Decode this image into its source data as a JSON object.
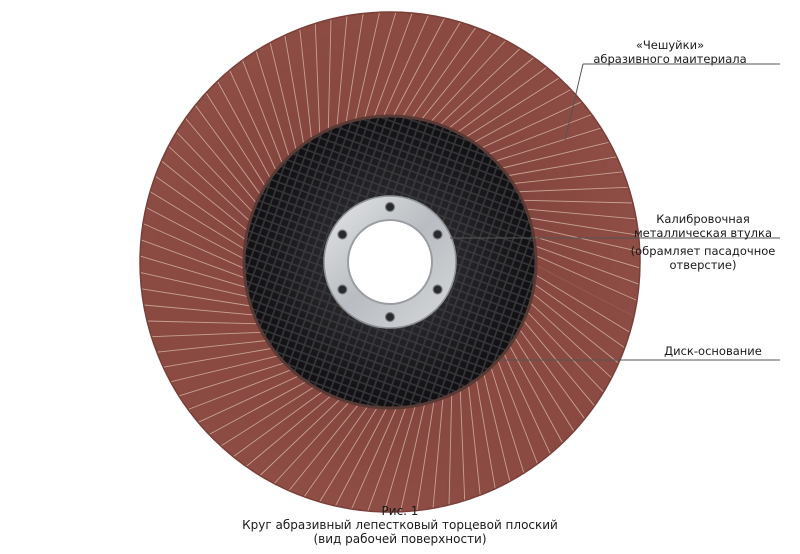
{
  "callouts": {
    "scales": {
      "line1": "«Чешуйки»",
      "line2": "абразивного маитериала"
    },
    "bushing": {
      "line1": "Калибровочная",
      "line2": "металлическая втулка",
      "line3": "(обрамляет пасадочное",
      "line4": "отверстие)"
    },
    "base": {
      "line1": "Диск-основание"
    }
  },
  "caption": {
    "figure_label": "Рис. 1",
    "title": "Круг абразивный лепестковый торцевой плоский",
    "subtitle": "(вид рабочей поверхности)"
  },
  "colors": {
    "abrasive_flap": "#8a4a42",
    "abrasive_edge": "#d9bfae",
    "backing_plate": "#1c1c1e",
    "metal_bushing": "#c7c9cc",
    "leader_line": "#555555"
  },
  "flaps": {
    "count": 96
  }
}
